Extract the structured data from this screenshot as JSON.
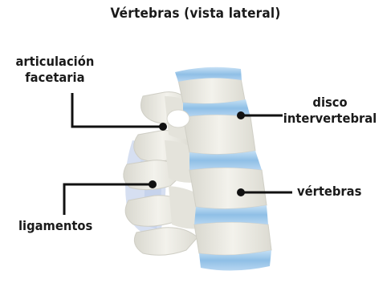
{
  "title": "Vértebras (vista lateral)",
  "labels": {
    "facet_joint_line1": "articulación",
    "facet_joint_line2": "facetaria",
    "disc_line1": "disco",
    "disc_line2": "intervertebral",
    "vertebrae": "vértebras",
    "ligaments": "ligamentos"
  },
  "colors": {
    "bone": "#ecebe4",
    "bone_shadow": "#d3d2c9",
    "disc": "#a9cfee",
    "disc_dark": "#7fb2de",
    "ligament": "#cfd9ef",
    "leader": "#111111"
  }
}
